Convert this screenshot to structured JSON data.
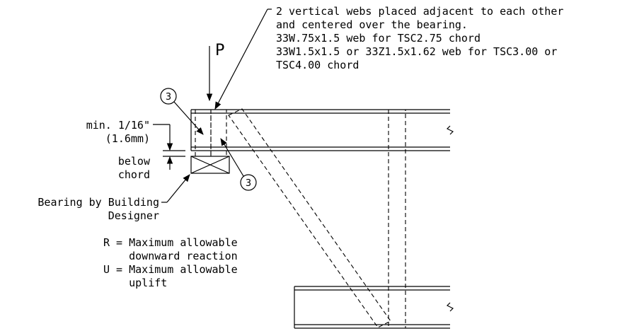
{
  "notes": {
    "webs": [
      "2 vertical webs placed adjacent to each other",
      "and centered over the bearing.",
      "33W.75x1.5 web for TSC2.75 chord",
      "33W1.5x1.5 or 33Z1.5x1.62 web for TSC3.00 or",
      "TSC4.00 chord"
    ],
    "load_label": "P",
    "callout_top": "3",
    "callout_bottom": "3",
    "clearance": [
      "min. 1/16\"",
      "(1.6mm)",
      "below",
      "chord"
    ],
    "bearing": [
      "Bearing by Building",
      "Designer"
    ],
    "legend": [
      "R = Maximum allowable",
      "    downward reaction",
      "U = Maximum allowable",
      "    uplift"
    ]
  }
}
